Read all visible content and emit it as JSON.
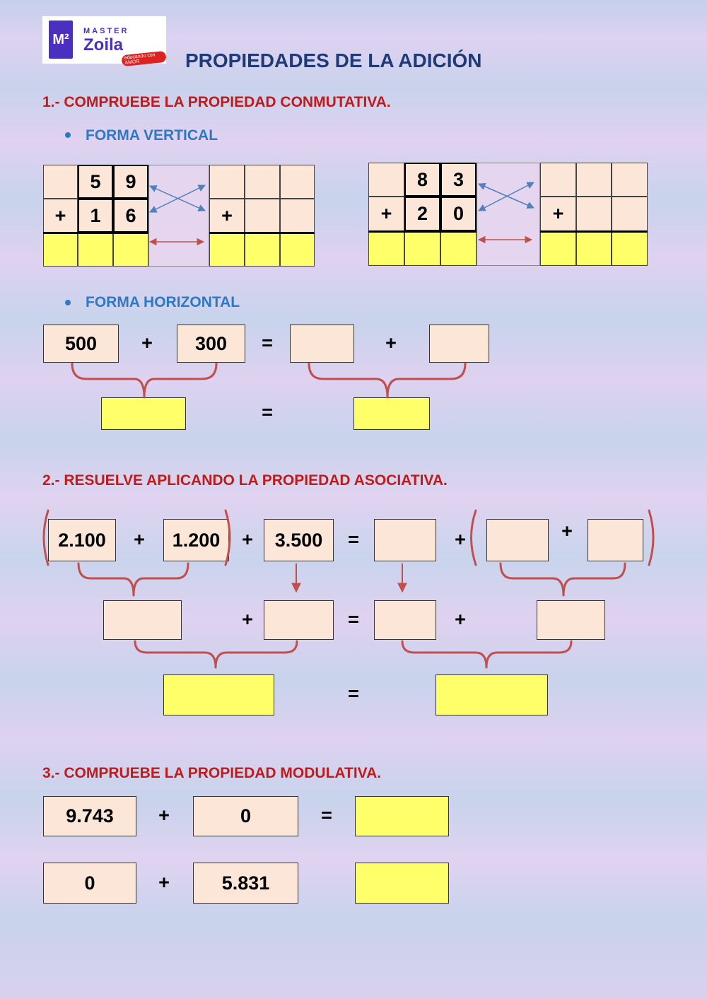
{
  "logo": {
    "master": "MASTER",
    "name": "Zoila",
    "tagline": "educando con AMOR",
    "mark": "M²"
  },
  "title": "PROPIEDADES DE LA ADICIÓN",
  "section1": {
    "heading": "1.- COMPRUEBE LA PROPIEDAD CONMUTATIVA.",
    "vertical_label": "FORMA VERTICAL",
    "horizontal_label": "FORMA HORIZONTAL",
    "problem_a": {
      "top": [
        "5",
        "9"
      ],
      "bottom": [
        "1",
        "6"
      ],
      "plus": "+"
    },
    "problem_b": {
      "top": [
        "8",
        "3"
      ],
      "bottom": [
        "2",
        "0"
      ],
      "plus": "+"
    },
    "horizontal": {
      "a": "500",
      "b": "300",
      "plus": "+",
      "equals": "="
    }
  },
  "section2": {
    "heading": "2.- RESUELVE APLICANDO LA PROPIEDAD ASOCIATIVA.",
    "a": "2.100",
    "b": "1.200",
    "c": "3.500",
    "plus": "+",
    "equals": "="
  },
  "section3": {
    "heading": "3.- COMPRUEBE LA PROPIEDAD MODULATIVA.",
    "row1": {
      "a": "9.743",
      "b": "0"
    },
    "row2": {
      "a": "0",
      "b": "5.831"
    },
    "plus": "+",
    "equals": "="
  },
  "colors": {
    "heading_red": "#c01b1b",
    "sub_blue": "#2e78c4",
    "title_navy": "#1f3a78",
    "answer_yellow": "#ffff6a",
    "box_peach": "#fbe6d8",
    "bracket": "#c0504d",
    "arrow_blue": "#4f81bd"
  }
}
